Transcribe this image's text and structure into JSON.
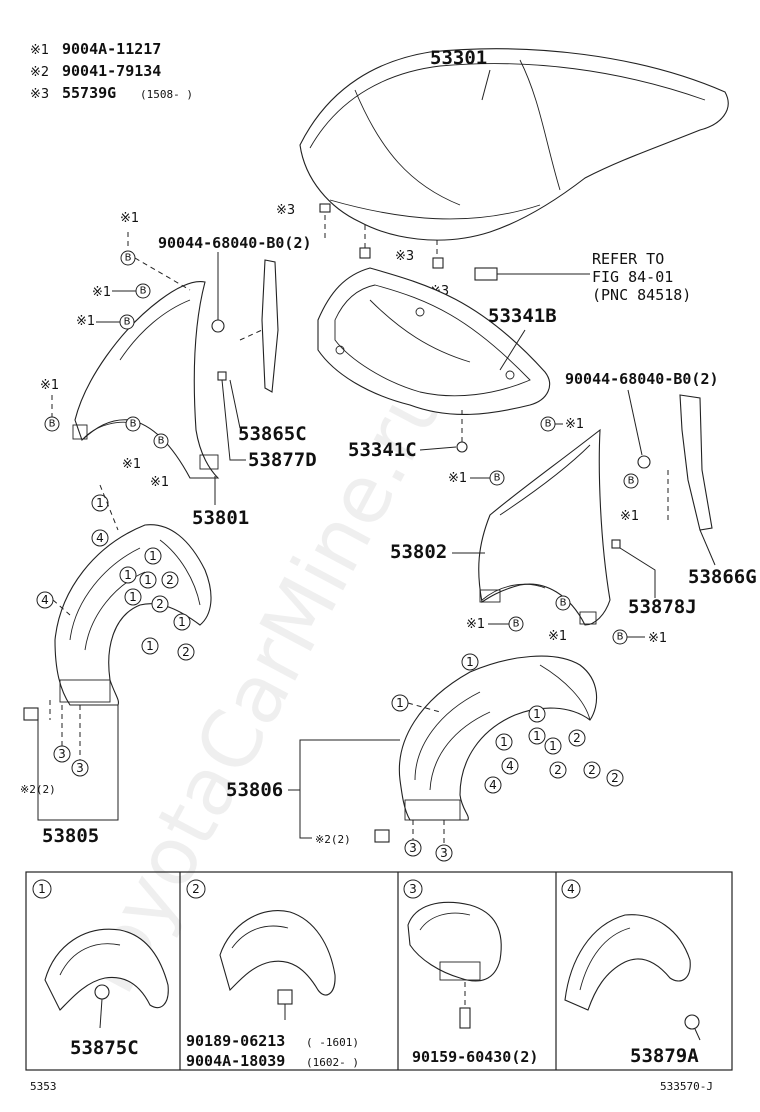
{
  "notes": {
    "n1_mark": "※1",
    "n1_value": "9004A-11217",
    "n2_mark": "※2",
    "n2_value": "90041-79134",
    "n3_mark": "※3",
    "n3_value": "55739G",
    "n3_range": "(1508-      )"
  },
  "parts": {
    "hood": "53301",
    "hood_insulator": "53341B",
    "hood_clip": "53341C",
    "fender_left": "53801",
    "fender_right": "53802",
    "seal_left": "53865C",
    "seal_right": "53866G",
    "protector_left": "53877D",
    "protector_right": "53878J",
    "liner_left_group": "53805",
    "liner_right_group": "53806"
  },
  "fasteners": {
    "bolt_left": "90044-68040-B0(2)",
    "bolt_right": "90044-68040-B0(2)",
    "clip_qty_left": "※2(2)",
    "clip_qty_right": "※2(2)"
  },
  "refer": {
    "line1": "REFER TO",
    "line2": "FIG 84-01",
    "line3": "(PNC 84518)"
  },
  "marks": {
    "m1": "※1",
    "m2": "※2",
    "m3": "※3",
    "b": "B"
  },
  "callouts": {
    "c1": "1",
    "c2": "2",
    "c3": "3",
    "c4": "4"
  },
  "details": {
    "d1_part": "53875C",
    "d2_part_a": "90189-06213",
    "d2_range_a": "(      -1601)",
    "d2_part_b": "9004A-18039",
    "d2_range_b": "(1602-      )",
    "d3_part": "90159-60430(2)",
    "d4_part": "53879A"
  },
  "footer": {
    "left": "5353",
    "right": "533570-J"
  },
  "watermark": "ToyotaCarMine.ru"
}
